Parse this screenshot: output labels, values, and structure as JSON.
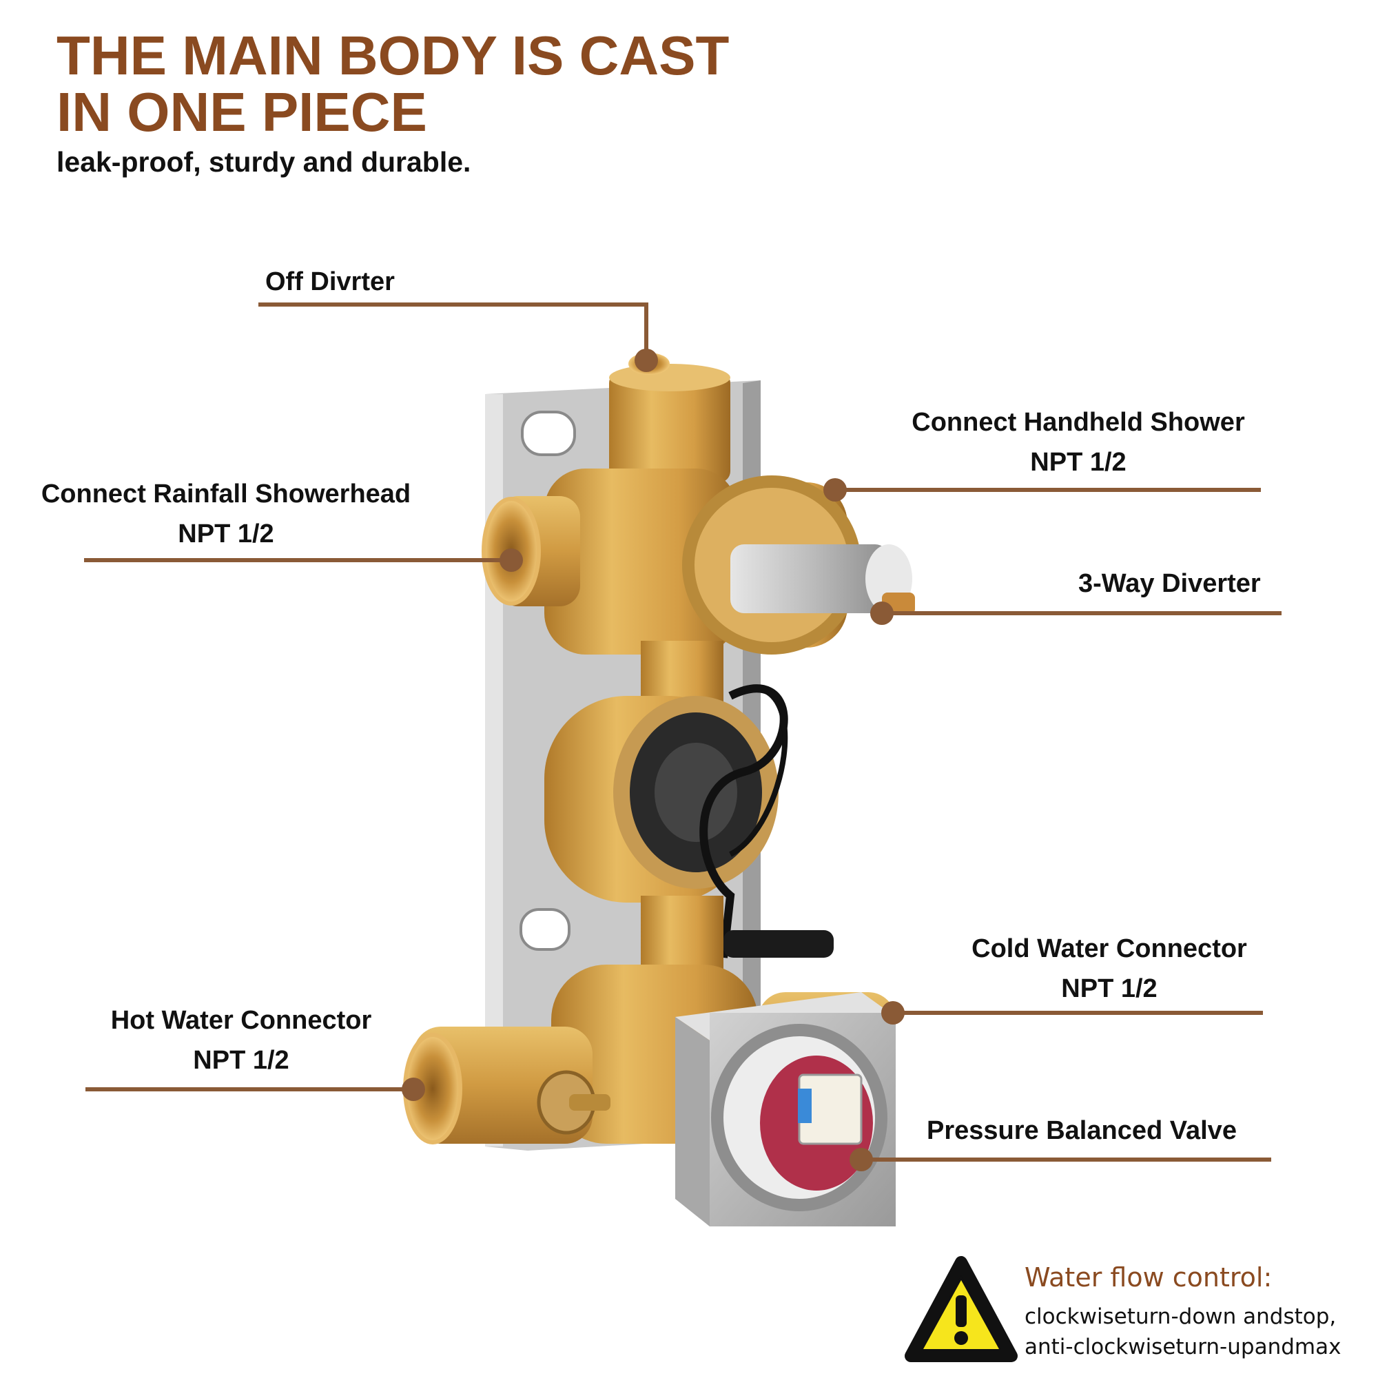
{
  "heading": {
    "title_line1": "THE MAIN BODY IS CAST",
    "title_line2": "IN ONE PIECE",
    "subtitle": "leak-proof, sturdy and durable."
  },
  "callouts": {
    "off_diverter": "Off Divrter",
    "handheld_shower": {
      "line1": "Connect Handheld Shower",
      "line2": "NPT 1/2"
    },
    "rainfall_showerhead": {
      "line1": "Connect Rainfall Showerhead",
      "line2": "NPT 1/2"
    },
    "three_way_diverter": "3-Way Diverter",
    "cold_water": {
      "line1": "Cold Water Connector",
      "line2": "NPT 1/2"
    },
    "hot_water": {
      "line1": "Hot Water Connector",
      "line2": "NPT 1/2"
    },
    "pressure_valve": "Pressure Balanced Valve"
  },
  "notice": {
    "title": "Water flow control:",
    "line1": "clockwiseturn-down andstop,",
    "line2": "anti-clockwiseturn-upandmax",
    "icon": "warning-triangle-icon"
  },
  "colors": {
    "accent": "#8a4a20",
    "leader": "#8a5a36",
    "brass": "#d8a54a",
    "steel": "#b9b9b9",
    "warning_yellow": "#f6e51c"
  }
}
